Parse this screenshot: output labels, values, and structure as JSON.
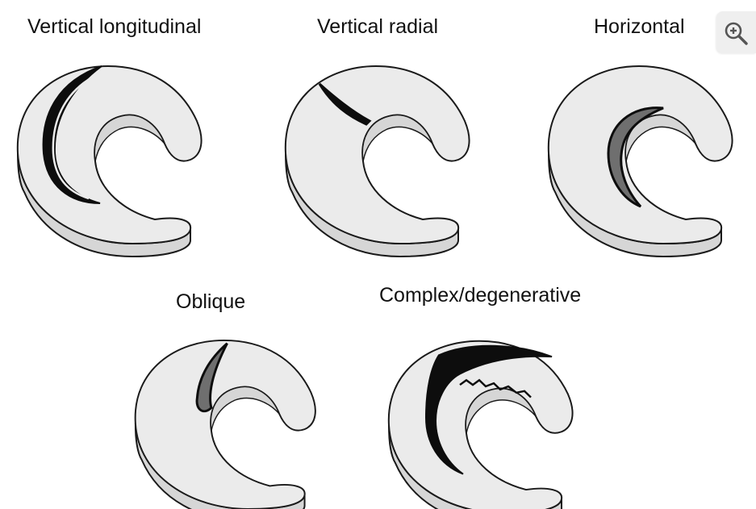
{
  "labels": {
    "vertical_longitudinal": "Vertical longitudinal",
    "vertical_radial": "Vertical radial",
    "horizontal": "Horizontal",
    "oblique": "Oblique",
    "complex_degenerative": "Complex/degenerative"
  },
  "colors": {
    "meniscus_fill": "#ebebeb",
    "meniscus_side": "#d6d6d6",
    "outline": "#1a1a1a",
    "tear_dark": "#0d0d0d",
    "tear_gray": "#6f6f6f"
  },
  "icons": {
    "zoom": "zoom-in-icon"
  }
}
